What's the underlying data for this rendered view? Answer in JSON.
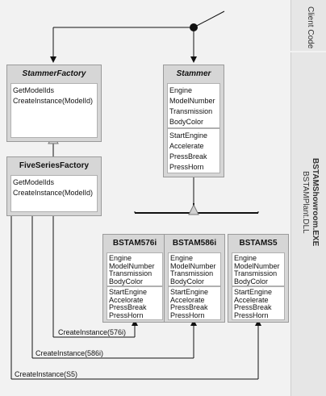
{
  "layers": {
    "client_code": "Client Code",
    "exe": "BSTAMShowroom.EXE",
    "dll": "BSTAMPlant.DLL"
  },
  "classes": {
    "stammer_factory": {
      "title": "StammerFactory",
      "methods": [
        "GetModelIds",
        "CreateInstance(ModelId)"
      ]
    },
    "five_series_factory": {
      "title": "FiveSeriesFactory",
      "methods": [
        "GetModelIds",
        "CreateInstance(ModelId)"
      ]
    },
    "stammer": {
      "title": "Stammer",
      "properties": [
        "Engine",
        "ModelNumber",
        "Transmission",
        "BodyColor"
      ],
      "methods": [
        "StartEngine",
        "Accelerate",
        "PressBreak",
        "PressHorn"
      ]
    },
    "bstam576i": {
      "title": "BSTAM576i",
      "properties": [
        "Engine",
        "ModelNumber",
        "Transmission",
        "BodyColor"
      ],
      "methods": [
        "StartEngine",
        "Accelorate",
        "PressBreak",
        "PressHorn"
      ]
    },
    "bstam586i": {
      "title": "BSTAM586i",
      "properties": [
        "Engine",
        "ModelNumber",
        "Transmission",
        "BodyColor"
      ],
      "methods": [
        "StartEngine",
        "Accelorate",
        "PressBreak",
        "PressHorn"
      ]
    },
    "bstams5": {
      "title": "BSTAMS5",
      "properties": [
        "Engine",
        "ModelNumber",
        "Transmission",
        "BodyColor"
      ],
      "methods": [
        "StartEngine",
        "Accelerate",
        "PressBreak",
        "PressHorn"
      ]
    }
  },
  "calls": [
    "CreateInstance(576i)",
    "CreateInstance(586i)",
    "CreateInstance(S5)"
  ]
}
